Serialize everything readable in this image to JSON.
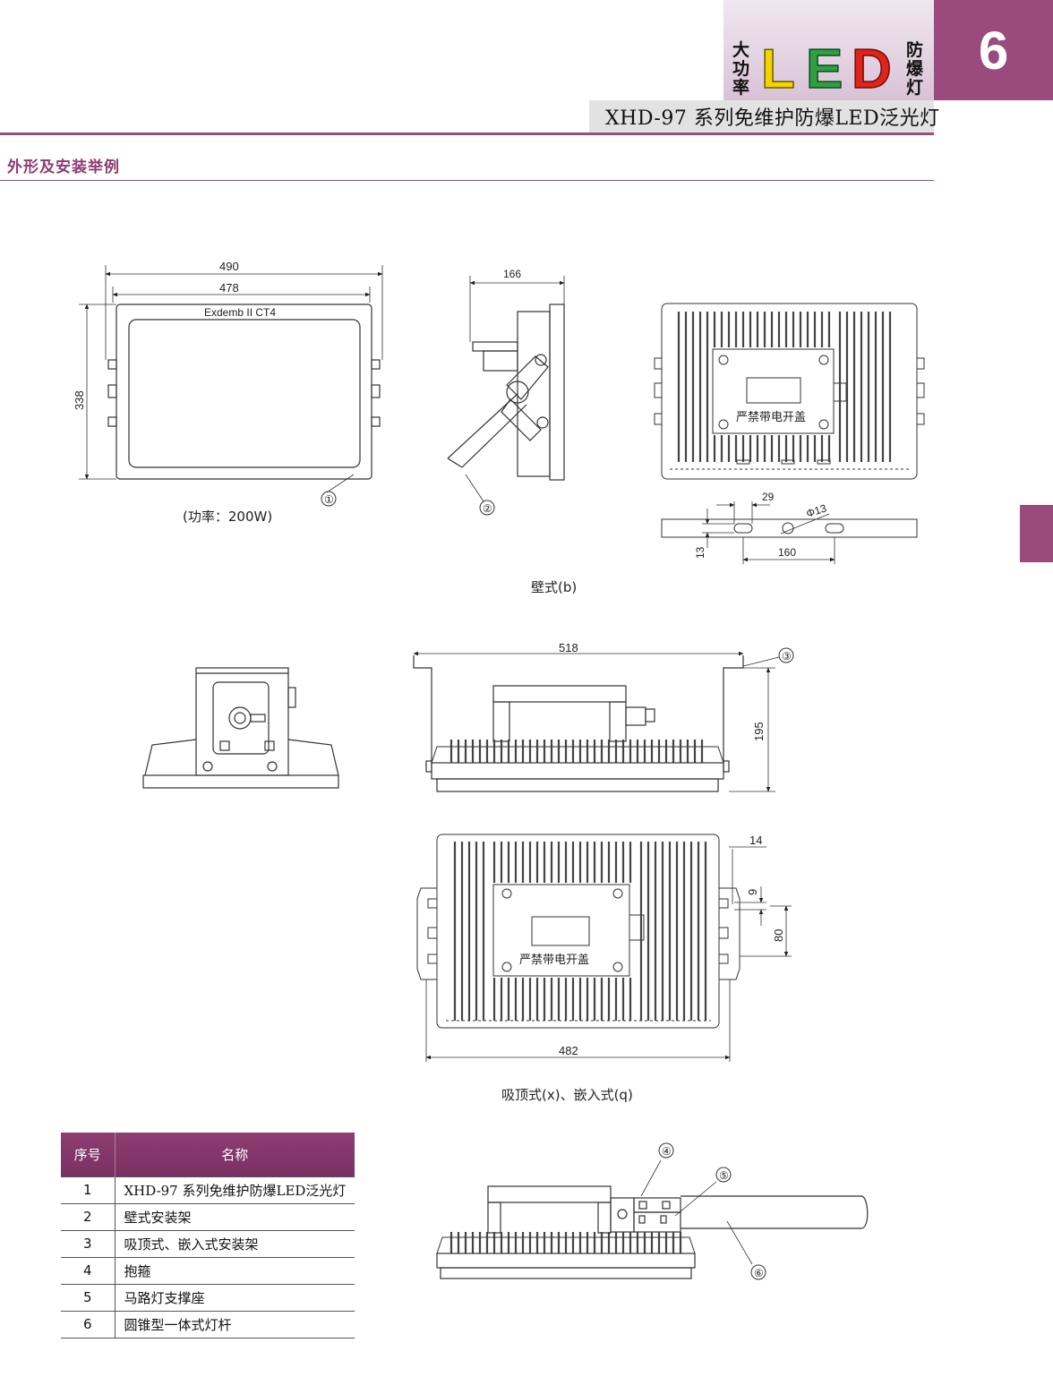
{
  "header": {
    "left_chars": [
      "大",
      "功",
      "率"
    ],
    "brand": "LED",
    "right_chars": [
      "防",
      "爆",
      "灯"
    ],
    "chapter_number": "6",
    "subtitle": "XHD-97 系列免维护防爆LED泛光灯",
    "colors": {
      "accent": "#9b4a7e",
      "led_L": "#f2d400",
      "led_E": "#2ea043",
      "led_D": "#e2231a"
    }
  },
  "section_title": "外形及安装举例",
  "drawings": {
    "front": {
      "dim_490": "490",
      "dim_478": "478",
      "dim_338": "338",
      "marking": "Exdemb II CT4",
      "callout": "①",
      "power_label": "(功率：200W)"
    },
    "side": {
      "dim_166": "166",
      "callout": "②"
    },
    "back_wall": {
      "warning": "严禁带电开盖"
    },
    "bracket": {
      "dim_29": "29",
      "dim_phi13": "Φ13",
      "dim_13": "13",
      "dim_160": "160"
    },
    "wall_caption": "壁式(b)",
    "ceiling_side": {
      "dim_518": "518",
      "dim_195": "195",
      "callout": "③"
    },
    "ceiling_back": {
      "warning": "严禁带电开盖",
      "dim_14": "14",
      "dim_9": "9",
      "dim_80": "80",
      "dim_482": "482"
    },
    "ceiling_caption": "吸顶式(x)、嵌入式(q)",
    "pole": {
      "callout_4": "④",
      "callout_5": "⑤",
      "callout_6": "⑥"
    }
  },
  "parts_table": {
    "headers": {
      "no": "序号",
      "name": "名称"
    },
    "rows": [
      {
        "no": "1",
        "name": "XHD-97 系列免维护防爆LED泛光灯"
      },
      {
        "no": "2",
        "name": "壁式安装架"
      },
      {
        "no": "3",
        "name": "吸顶式、嵌入式安装架"
      },
      {
        "no": "4",
        "name": "抱箍"
      },
      {
        "no": "5",
        "name": "马路灯支撑座"
      },
      {
        "no": "6",
        "name": "圆锥型一体式灯杆"
      }
    ]
  }
}
